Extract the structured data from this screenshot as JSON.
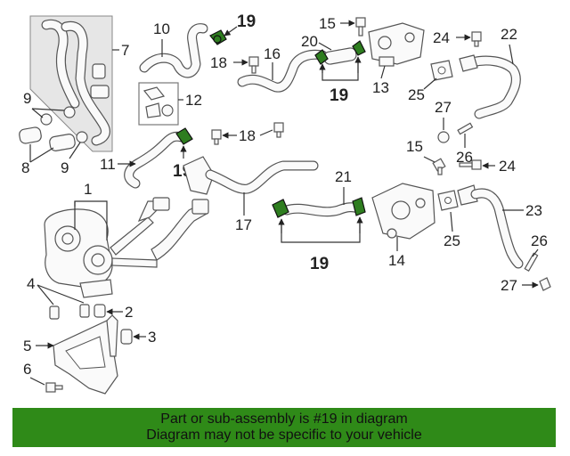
{
  "diagram": {
    "labels": {
      "l1": "1",
      "l2": "2",
      "l3": "3",
      "l4": "4",
      "l5": "5",
      "l6": "6",
      "l7": "7",
      "l8": "8",
      "l9a": "9",
      "l9b": "9",
      "l10": "10",
      "l11": "11",
      "l12": "12",
      "l13": "13",
      "l14": "14",
      "l15a": "15",
      "l15b": "15",
      "l16": "16",
      "l17": "17",
      "l18a": "18",
      "l18b": "18",
      "l19a": "19",
      "l19b": "19",
      "l19c": "19",
      "l19d": "19",
      "l20": "20",
      "l21": "21",
      "l22": "22",
      "l23": "23",
      "l24a": "24",
      "l24b": "24",
      "l25a": "25",
      "l25b": "25",
      "l26a": "26",
      "l26b": "26",
      "l27a": "27",
      "l27b": "27"
    },
    "highlight_color": "#2e7d1f"
  },
  "banner": {
    "line1": "Part or sub-assembly is #19 in diagram",
    "line2": "Diagram may not be specific to your vehicle",
    "color": "#2f8a18"
  }
}
